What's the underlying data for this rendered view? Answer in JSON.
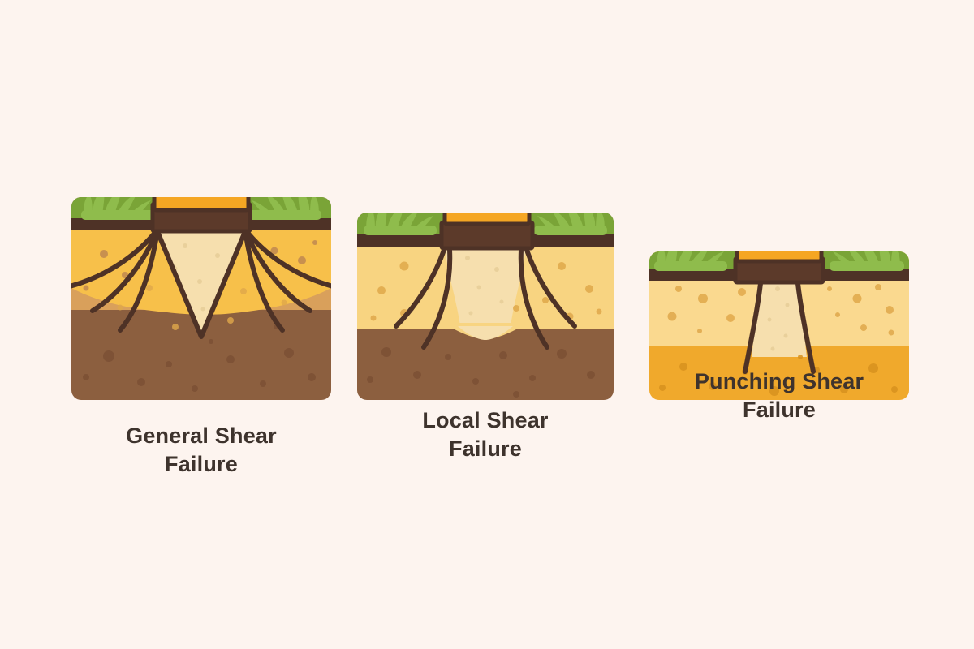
{
  "background_color": "#fdf4ef",
  "diagram": {
    "title_text_color": "#3e332d",
    "panels": [
      {
        "id": "general-shear",
        "caption": "General Shear\nFailure",
        "caption_line1": "General Shear",
        "caption_line2": "Failure",
        "layers": [
          {
            "name": "grass-blades",
            "color": "#8fbc4c"
          },
          {
            "name": "grass-band",
            "color": "#7aa437"
          },
          {
            "name": "topsoil-band",
            "color": "#4e3226"
          },
          {
            "name": "upper-soil",
            "color": "#d9a05b"
          },
          {
            "name": "failure-wedge-fan",
            "color": "#f7c04a"
          },
          {
            "name": "central-wedge",
            "color": "#f6dfae"
          },
          {
            "name": "lower-soil",
            "color": "#8c5f3f"
          }
        ],
        "footing": {
          "pad_color": "#5c3a2a",
          "column_color": "#f5a623",
          "stroke_color": "#4e3226"
        },
        "shear_lines": {
          "count_per_side": 3,
          "color": "#4e3226",
          "style": "wide curved fan reaching the surface"
        },
        "speckles_color": "#a06a47"
      },
      {
        "id": "local-shear",
        "caption": "Local Shear\nFailure",
        "caption_line1": "Local Shear",
        "caption_line2": "Failure",
        "layers": [
          {
            "name": "grass-blades",
            "color": "#8fbc4c"
          },
          {
            "name": "grass-band",
            "color": "#7aa437"
          },
          {
            "name": "topsoil-band",
            "color": "#4e3226"
          },
          {
            "name": "upper-soil",
            "color": "#f8d481"
          },
          {
            "name": "failure-zone",
            "color": "#f6dfae"
          },
          {
            "name": "lower-soil",
            "color": "#8c5f3f"
          }
        ],
        "footing": {
          "pad_color": "#5c3a2a",
          "column_color": "#f5a623",
          "stroke_color": "#4e3226"
        },
        "shear_lines": {
          "count_per_side": 2,
          "color": "#4e3226",
          "style": "S-curved lines stopping below ground"
        },
        "speckles_color": "#e0a84b"
      },
      {
        "id": "punching-shear",
        "caption": "Punching Shear\nFailure",
        "caption_line1": "Punching Shear",
        "caption_line2": "Failure",
        "layers": [
          {
            "name": "grass-blades",
            "color": "#8fbc4c"
          },
          {
            "name": "grass-band",
            "color": "#7aa437"
          },
          {
            "name": "topsoil-band",
            "color": "#4e3226"
          },
          {
            "name": "upper-soil",
            "color": "#fad98f"
          },
          {
            "name": "punch-column",
            "color": "#f6dfae"
          },
          {
            "name": "lower-soil",
            "color": "#f0a92c"
          }
        ],
        "footing": {
          "pad_color": "#5c3a2a",
          "column_color": "#f5a623",
          "stroke_color": "#4e3226"
        },
        "shear_lines": {
          "count_per_side": 1,
          "color": "#4e3226",
          "style": "near-vertical lines punching straight down"
        },
        "speckles_color": "#e0a84b"
      }
    ]
  }
}
